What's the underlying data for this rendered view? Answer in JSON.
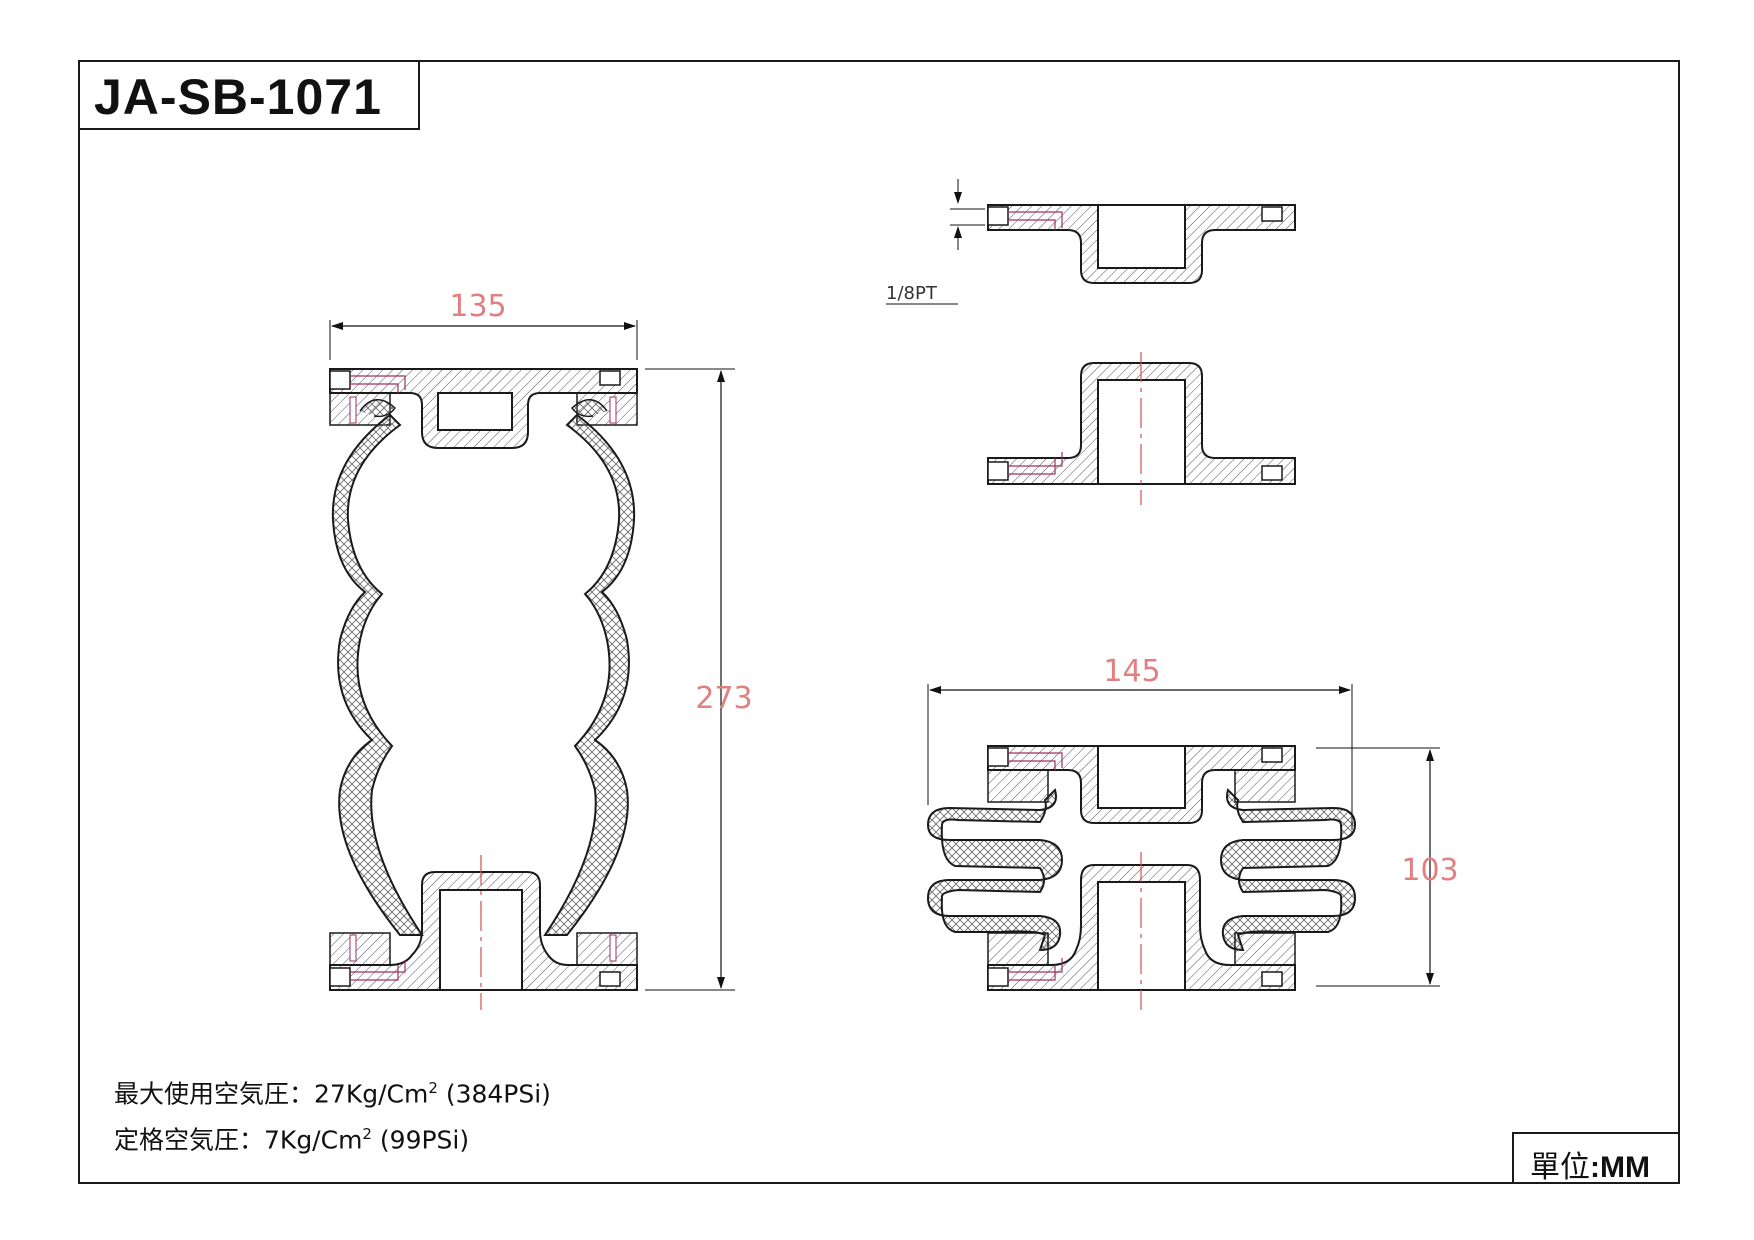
{
  "title": "JA-SB-1071",
  "specs": [
    {
      "label": "最大使用空気圧：",
      "value": "27Kg/Cm",
      "sup": "2",
      "suffix": " (384PSi)"
    },
    {
      "label": "定格空気圧：",
      "value": "7Kg/Cm",
      "sup": "2",
      "suffix": " (99PSi)"
    }
  ],
  "unit": {
    "label": "單位",
    "value": ":MM"
  },
  "dimensions": {
    "width_extended": "135",
    "height_extended": "273",
    "width_compressed": "145",
    "height_compressed": "103",
    "port_note": "1/8PT"
  },
  "colors": {
    "line": "#1a1a1a",
    "hatch": "#555555",
    "dimension": "#e08080",
    "centerline": "#d05050",
    "bolt_accent": "#a03060"
  }
}
